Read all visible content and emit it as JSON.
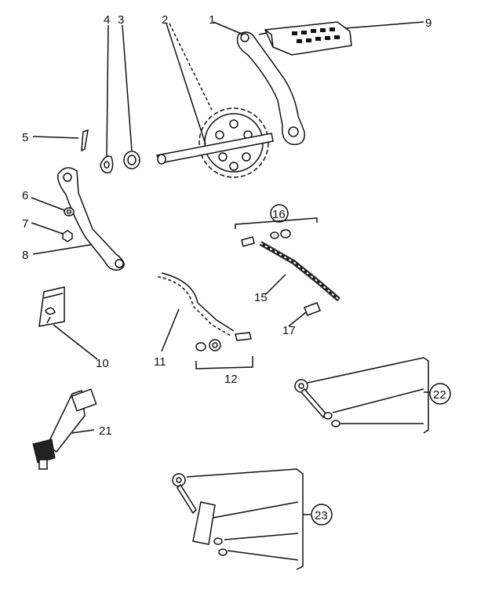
{
  "callouts": {
    "p1": "1",
    "p2": "2",
    "p3": "3",
    "p4": "4",
    "p5": "5",
    "p6": "6",
    "p7": "7",
    "p8": "8",
    "p9": "9",
    "p10": "10",
    "p11": "11",
    "p12": "12",
    "p15": "15",
    "p16": "16",
    "p17": "17",
    "p21": "21",
    "p22": "22",
    "p23": "23"
  }
}
